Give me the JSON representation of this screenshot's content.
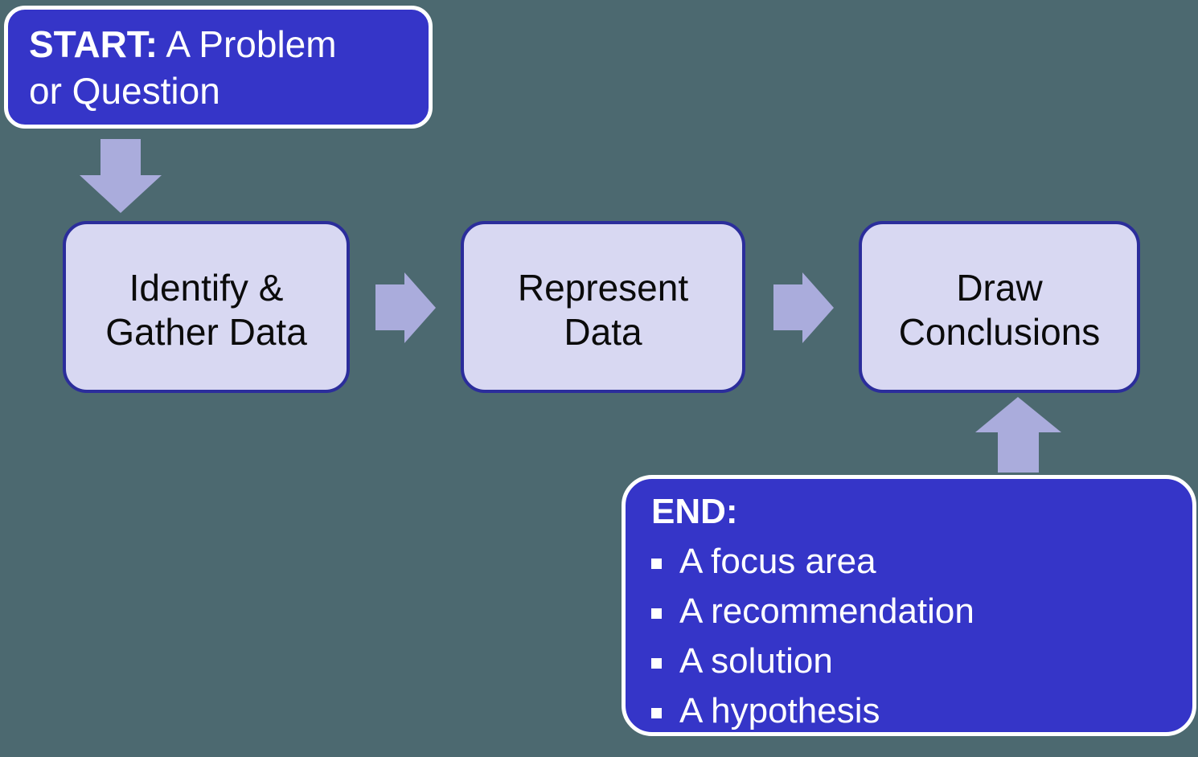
{
  "diagram": {
    "type": "flowchart",
    "colors": {
      "background": "#4C6970",
      "dark_node_fill": "#3535C8",
      "dark_node_border": "#FFFFFF",
      "light_node_fill": "#D8D8F2",
      "light_node_border": "#2B2D9B",
      "arrow_fill": "#AAACDC",
      "dark_node_text": "#FFFFFF",
      "light_node_text": "#0B0B0B"
    }
  },
  "start_box": {
    "prefix": "START:",
    "line1_rest": "A Problem",
    "line2": "or Question"
  },
  "process_boxes": [
    {
      "line1": "Identify &",
      "line2": "Gather Data"
    },
    {
      "line1": "Represent",
      "line2": "Data"
    },
    {
      "line1": "Draw",
      "line2": "Conclusions"
    }
  ],
  "end_box": {
    "heading": "END:",
    "items": [
      "A focus area",
      "A recommendation",
      "A solution",
      "A hypothesis"
    ]
  },
  "arrows": [
    {
      "direction": "down",
      "from": "start-node",
      "to": "process-identify"
    },
    {
      "direction": "right",
      "from": "process-identify",
      "to": "process-represent"
    },
    {
      "direction": "right",
      "from": "process-represent",
      "to": "process-conclusions"
    },
    {
      "direction": "up",
      "from": "end-node",
      "to": "process-conclusions"
    }
  ]
}
